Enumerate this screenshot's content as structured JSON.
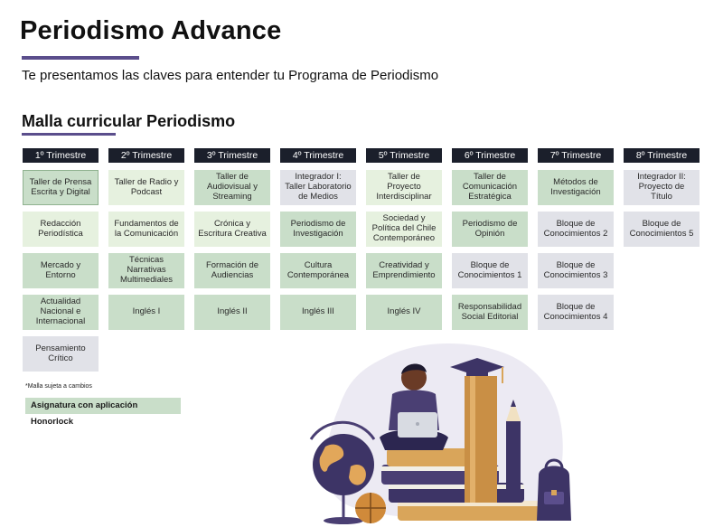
{
  "header": {
    "title": "Periodismo Advance",
    "subtitle": "Te presentamos las claves para entender tu Programa de Periodismo"
  },
  "curriculum": {
    "title": "Malla curricular Periodismo",
    "trimestres": [
      {
        "label": "1º Trimestre",
        "courses": [
          {
            "name": "Taller de Prensa Escrita y Digital",
            "style": "green-border"
          },
          {
            "name": "Redacción Periodística",
            "style": "light"
          },
          {
            "name": "Mercado y Entorno",
            "style": "green"
          },
          {
            "name": "Actualidad Nacional e Internacional",
            "style": "green"
          },
          {
            "name": "Pensamiento Crítico",
            "style": "gray"
          }
        ]
      },
      {
        "label": "2º Trimestre",
        "courses": [
          {
            "name": "Taller de Radio y Podcast",
            "style": "light"
          },
          {
            "name": "Fundamentos de la Comunicación",
            "style": "light"
          },
          {
            "name": "Técnicas Narrativas Multimediales",
            "style": "green"
          },
          {
            "name": "Inglés I",
            "style": "green"
          }
        ]
      },
      {
        "label": "3º Trimestre",
        "courses": [
          {
            "name": "Taller de Audiovisual y Streaming",
            "style": "green"
          },
          {
            "name": "Crónica y Escritura Creativa",
            "style": "light"
          },
          {
            "name": "Formación de Audiencias",
            "style": "green"
          },
          {
            "name": "Inglés II",
            "style": "green"
          }
        ]
      },
      {
        "label": "4º Trimestre",
        "courses": [
          {
            "name": "Integrador I: Taller Laboratorio de Medios",
            "style": "gray"
          },
          {
            "name": "Periodismo de Investigación",
            "style": "green"
          },
          {
            "name": "Cultura Contemporánea",
            "style": "green"
          },
          {
            "name": "Inglés III",
            "style": "green"
          }
        ]
      },
      {
        "label": "5º Trimestre",
        "courses": [
          {
            "name": "Taller de Proyecto Interdisciplinar",
            "style": "light"
          },
          {
            "name": "Sociedad y Política del Chile Contemporáneo",
            "style": "light"
          },
          {
            "name": "Creatividad y Emprendimiento",
            "style": "green"
          },
          {
            "name": "Inglés IV",
            "style": "green"
          }
        ]
      },
      {
        "label": "6º Trimestre",
        "courses": [
          {
            "name": "Taller de Comunicación Estratégica",
            "style": "green"
          },
          {
            "name": "Periodismo de Opinión",
            "style": "green"
          },
          {
            "name": "Bloque de Conocimientos 1",
            "style": "gray"
          },
          {
            "name": "Responsabilidad Social Editorial",
            "style": "green"
          }
        ]
      },
      {
        "label": "7º Trimestre",
        "courses": [
          {
            "name": "Métodos de Investigación",
            "style": "green"
          },
          {
            "name": "Bloque de Conocimientos 2",
            "style": "gray"
          },
          {
            "name": "Bloque de Conocimientos 3",
            "style": "gray"
          },
          {
            "name": "Bloque de Conocimientos 4",
            "style": "gray"
          }
        ]
      },
      {
        "label": "8º Trimestre",
        "courses": [
          {
            "name": "Integrador II: Proyecto de Título",
            "style": "gray"
          },
          {
            "name": "Bloque de Conocimientos 5",
            "style": "gray"
          }
        ]
      }
    ]
  },
  "footer": {
    "note": "*Malla sujeta a cambios",
    "legend": "Asignatura con aplicación Honorlock"
  },
  "colors": {
    "accent": "#5b4e8c",
    "header_bg": "#1b1f2b",
    "green": "#c9dec9",
    "light_green": "#e6f1df",
    "gray": "#e1e2e8"
  }
}
